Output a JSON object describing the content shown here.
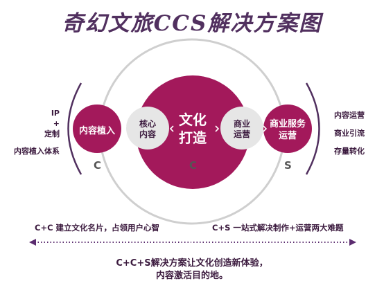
{
  "title": "奇幻文旅CCS解决方案图",
  "nodes": {
    "left": "内容植入",
    "left_mid": "核心\n内容",
    "center": "文化\n打造",
    "right_mid": "商业\n运营",
    "right": "商业服务\n运营"
  },
  "letters": {
    "left": "C",
    "center": "C",
    "right": "S"
  },
  "left_items": [
    "IP",
    "+",
    "定制",
    "",
    "内容植入体系"
  ],
  "right_items": [
    "内容运营",
    "商业引流",
    "存量转化"
  ],
  "notes": {
    "left": "C+C 建立文化名片，占领用户心智",
    "right": "C+S 一站式解决制作+运营两大难题"
  },
  "footer": [
    "C+C+S解决方案让文化创造新体验，",
    "内容激活目的地。"
  ],
  "colors": {
    "magenta": "#a3195b",
    "grey_circle": "#e6e6e6",
    "ring": "#cccccc",
    "purple": "#51305f",
    "arrow": "#5b2c6f"
  }
}
